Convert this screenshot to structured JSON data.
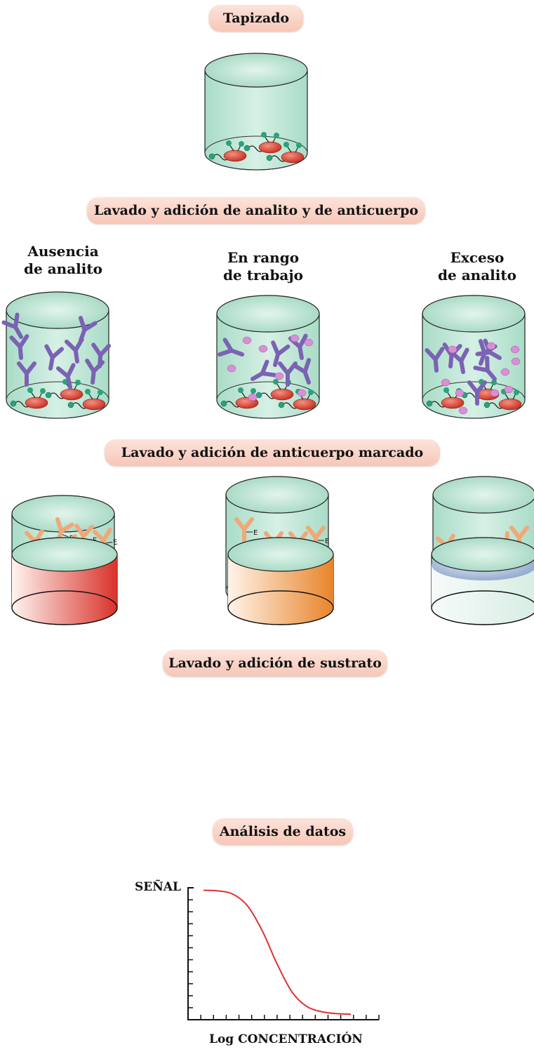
{
  "steps": {
    "coating": "Tapizado",
    "wash_analyte_antibody": "Lavado y adición de analito y de anticuerpo",
    "wash_labeled_antibody": "Lavado y adición de anticuerpo marcado",
    "wash_substrate": "Lavado y adición de sustrato",
    "data_analysis": "Análisis de datos"
  },
  "conditions": {
    "absence": [
      "Ausencia",
      "de analito"
    ],
    "in_range": [
      "En rango",
      "de trabajo"
    ],
    "excess": [
      "Exceso",
      "de analito"
    ]
  },
  "enzyme_label": "E",
  "colors": {
    "well_fill": "#bfe6d6",
    "pill": "#f6c7b8",
    "antigen": "#e04a3a",
    "bead": "#2aa37a",
    "antibody": "#7b62b3",
    "labeled_antibody": "#f0a878",
    "analyte": "#d98fd6",
    "curve": "#e03030",
    "substrate_high": "#d8322a",
    "substrate_mid": "#e8842a",
    "substrate_low": "#a8bcd8"
  },
  "chart_data": {
    "type": "line",
    "xlabel": "Log CONCENTRACIÓN",
    "ylabel": "SEÑAL",
    "series": [
      {
        "x": [
          0,
          1,
          2,
          3,
          4,
          5,
          6,
          7,
          8,
          9,
          10
        ],
        "y": [
          0.96,
          0.955,
          0.93,
          0.84,
          0.65,
          0.4,
          0.19,
          0.08,
          0.04,
          0.025,
          0.02
        ]
      }
    ],
    "xlim": [
      0,
      10
    ],
    "ylim": [
      0,
      1
    ],
    "grid": false
  }
}
